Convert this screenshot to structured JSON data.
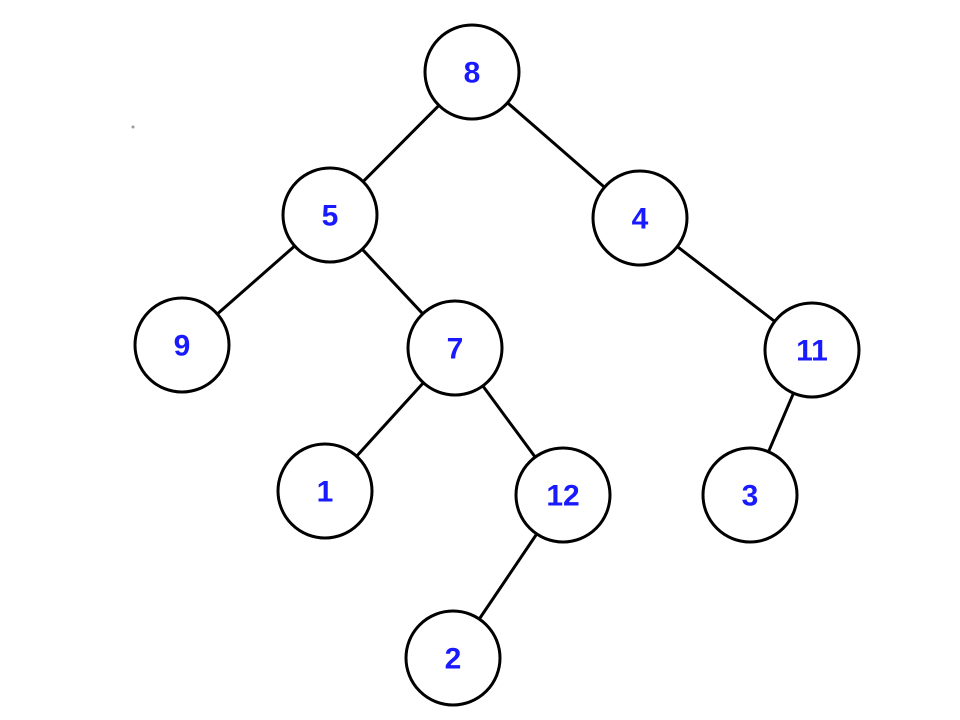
{
  "tree": {
    "nodes": [
      {
        "id": "n8",
        "label": "8"
      },
      {
        "id": "n5",
        "label": "5"
      },
      {
        "id": "n4",
        "label": "4"
      },
      {
        "id": "n9",
        "label": "9"
      },
      {
        "id": "n7",
        "label": "7"
      },
      {
        "id": "n11",
        "label": "11"
      },
      {
        "id": "n1",
        "label": "1"
      },
      {
        "id": "n12",
        "label": "12"
      },
      {
        "id": "n3",
        "label": "3"
      },
      {
        "id": "n2",
        "label": "2"
      }
    ],
    "edges": [
      [
        "n8",
        "n5"
      ],
      [
        "n8",
        "n4"
      ],
      [
        "n5",
        "n9"
      ],
      [
        "n5",
        "n7"
      ],
      [
        "n4",
        "n11"
      ],
      [
        "n7",
        "n1"
      ],
      [
        "n7",
        "n12"
      ],
      [
        "n11",
        "n3"
      ],
      [
        "n12",
        "n2"
      ]
    ],
    "colors": {
      "label": "#1a1aff",
      "stroke": "#000000",
      "fill": "#ffffff"
    }
  }
}
